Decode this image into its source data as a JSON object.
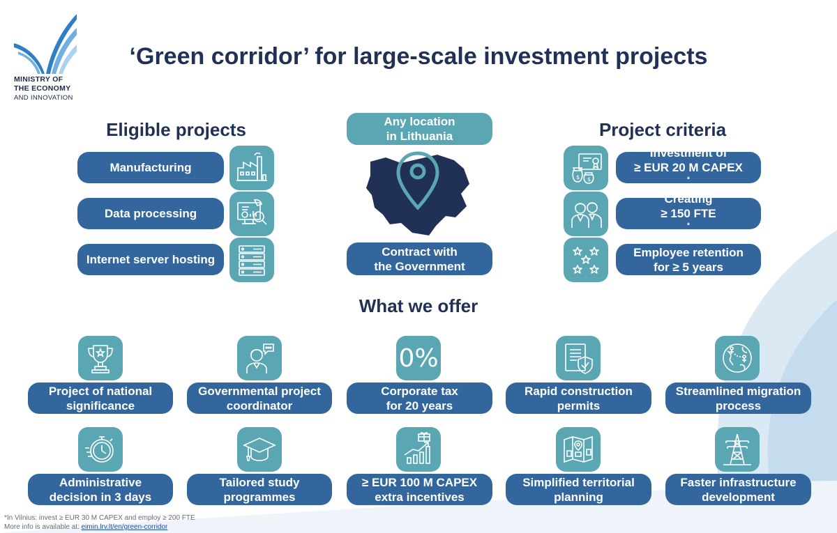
{
  "title": "‘Green corridor’ for large-scale investment projects",
  "logo": {
    "line1": "MINISTRY OF",
    "line2": "THE ECONOMY",
    "line3": "AND INNOVATION"
  },
  "eligible": {
    "heading": "Eligible projects",
    "items": [
      {
        "label": "Manufacturing",
        "icon": "factory-icon"
      },
      {
        "label": "Data processing",
        "icon": "data-analytics-icon"
      },
      {
        "label": "Internet server hosting",
        "icon": "server-rack-icon"
      }
    ]
  },
  "center": {
    "top_line1": "Any location",
    "top_line2": "in Lithuania",
    "bottom_line1": "Contract with",
    "bottom_line2": "the Government",
    "map_icon": "lithuania-map-pin-icon"
  },
  "criteria": {
    "heading": "Project criteria",
    "items": [
      {
        "line1": "Investment of",
        "line2": "≥ EUR 20 M CAPEX",
        "mark": "*",
        "icon": "money-bag-certificate-icon"
      },
      {
        "line1": "Creating",
        "line2": "≥ 150 FTE",
        "mark": "*",
        "icon": "employees-icon"
      },
      {
        "line1": "Employee retention",
        "line2": "for ≥ 5 years",
        "mark": "",
        "icon": "stars-icon"
      }
    ]
  },
  "offer": {
    "heading": "What we offer",
    "items": [
      {
        "line1": "Project of national",
        "line2": "significance",
        "icon": "trophy-icon"
      },
      {
        "line1": "Governmental project",
        "line2": "coordinator",
        "icon": "coordinator-person-icon"
      },
      {
        "line1": "Corporate tax",
        "line2": "for 20 years",
        "icon": "zero-percent-icon",
        "icon_text": "0%"
      },
      {
        "line1": "Rapid construction",
        "line2": "permits",
        "icon": "permit-document-icon"
      },
      {
        "line1": "Streamlined migration",
        "line2": "process",
        "icon": "globe-migration-icon"
      },
      {
        "line1": "Administrative",
        "line2": "decision in 3 days",
        "icon": "stopwatch-icon"
      },
      {
        "line1": "Tailored study",
        "line2": "programmes",
        "icon": "graduation-cap-icon"
      },
      {
        "line1": "≥ EUR 100 M CAPEX",
        "line2": "extra incentives",
        "icon": "growth-chart-gift-icon"
      },
      {
        "line1": "Simplified territorial",
        "line2": "planning",
        "icon": "territorial-plan-icon"
      },
      {
        "line1": "Faster infrastructure",
        "line2": "development",
        "icon": "power-pylon-icon"
      }
    ]
  },
  "footnote": {
    "line1": "*In Vilnius: invest ≥ EUR 30 M CAPEX and employ ≥ 200 FTE",
    "line2_prefix": "More info is available at: ",
    "link": "eimin.lrv.lt/en/green-corridor"
  },
  "colors": {
    "navy": "#213055",
    "blue_pill": "#33669c",
    "teal": "#5ba6b3",
    "map": "#213055"
  }
}
